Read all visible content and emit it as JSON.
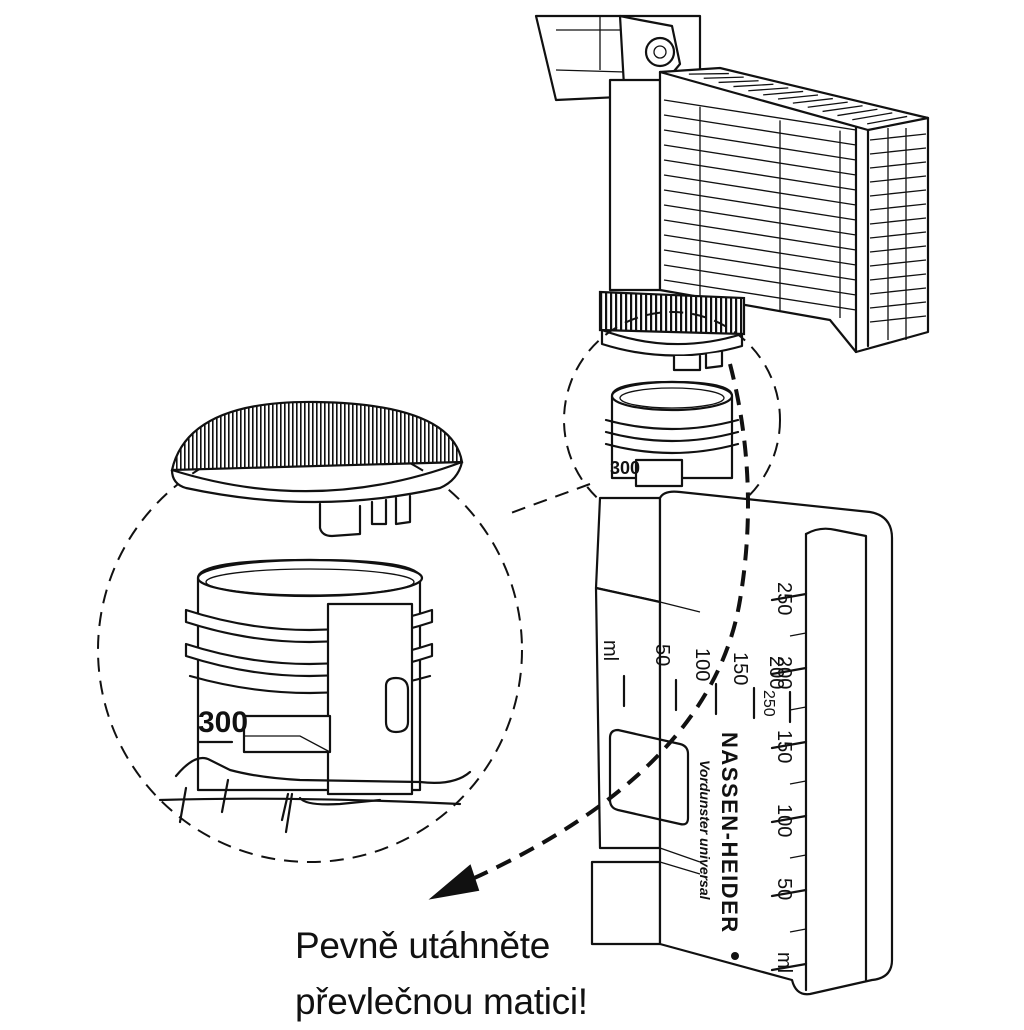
{
  "caption": {
    "line1": "Pevně utáhněte",
    "line2": "převlečnou matici!"
  },
  "bottle": {
    "brand": "NASSEN-HEIDER",
    "subtitle": "Vordunster universal",
    "neck_mark": "300",
    "detail_neck_mark": "300"
  },
  "scale_right": {
    "marks": [
      "250",
      "200",
      "150",
      "100",
      "50",
      "ml"
    ],
    "inner_mark": "250"
  },
  "scale_angled": {
    "marks": [
      "ml",
      "50",
      "100",
      "150",
      "200"
    ]
  },
  "colors": {
    "line": "#111111",
    "background": "#ffffff"
  }
}
